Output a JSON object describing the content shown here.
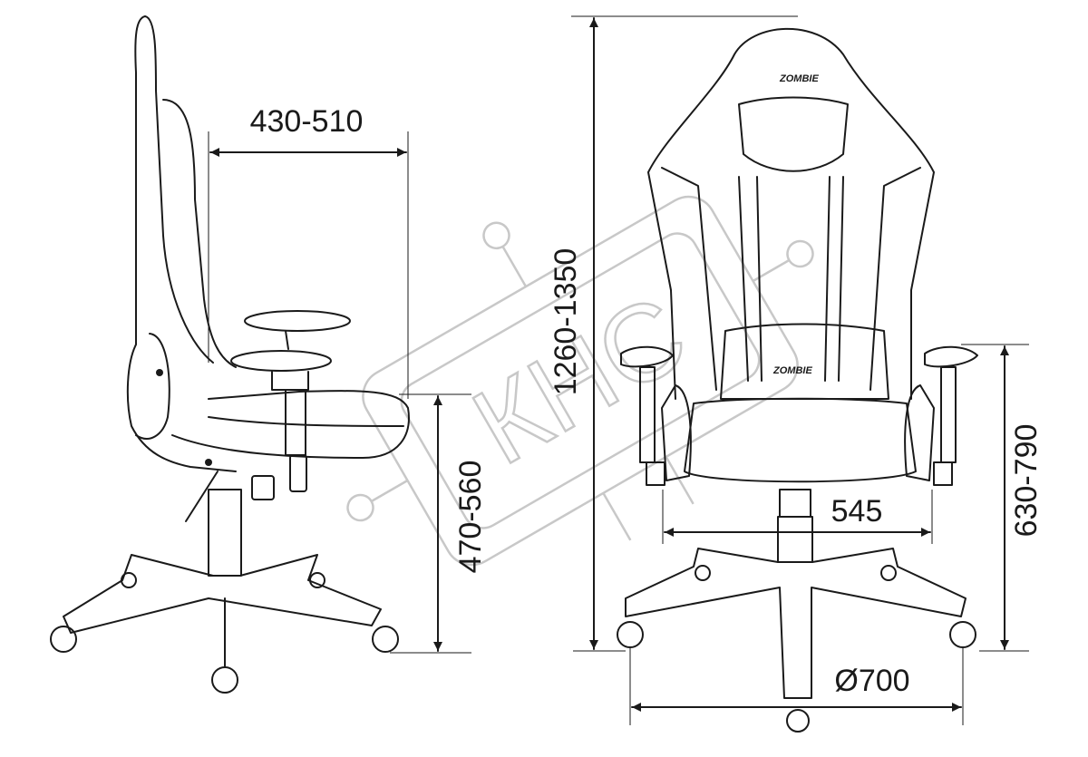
{
  "dimensions": {
    "seat_depth": "430-510",
    "seat_height": "470-560",
    "total_height": "1260-1350",
    "seat_width": "545",
    "armrest_height": "630-790",
    "base_diameter": "Ø700"
  },
  "logo_text": "ZOMBIE",
  "watermark_text": "КНС",
  "colors": {
    "line": "#1a1a1a",
    "watermark": "#c8c8c8"
  }
}
